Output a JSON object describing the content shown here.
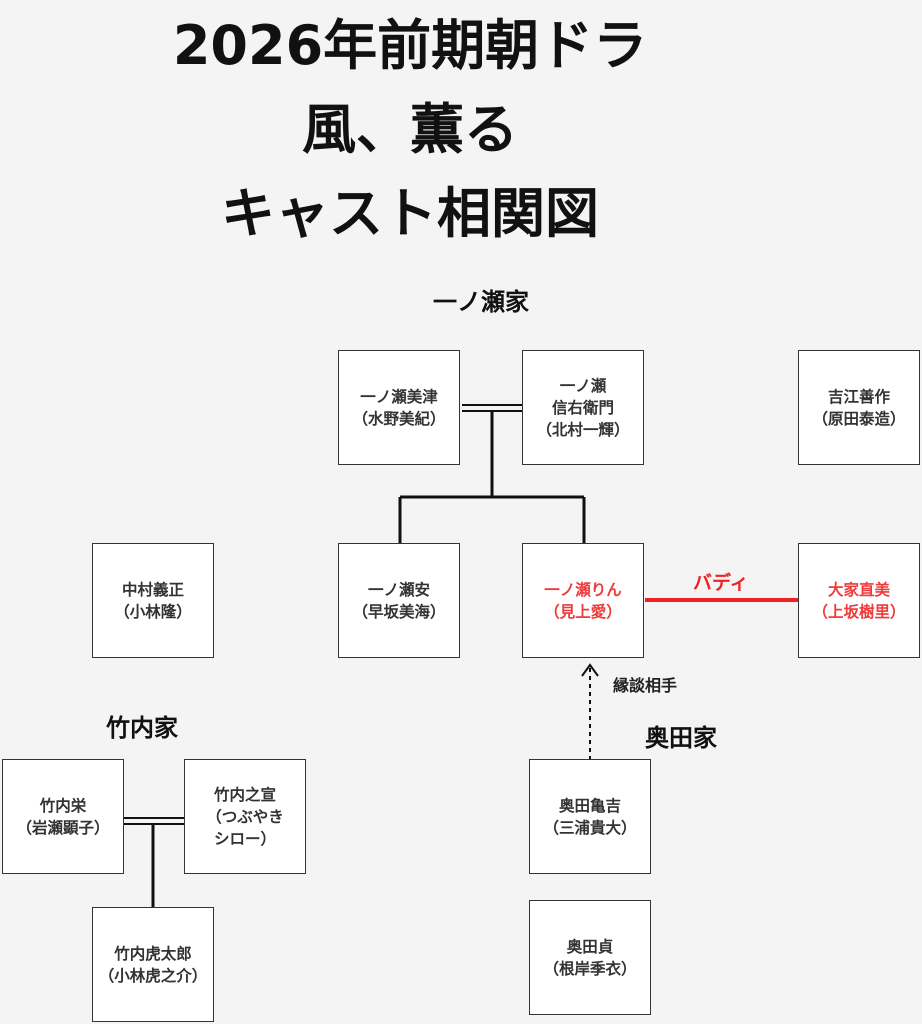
{
  "title": {
    "line1": "2026年前期朝ドラ",
    "line2": "風、薫る",
    "line3": "キャスト相関図"
  },
  "families": {
    "ichinose": "一ノ瀬家",
    "takeuchi": "竹内家",
    "okuda": "奥田家"
  },
  "people": {
    "mizu": {
      "line1": "一ノ瀬美津",
      "line2": "（水野美紀）"
    },
    "shinuemon": {
      "line1": "一ノ瀬",
      "line2": "信右衛門",
      "line3": "（北村一輝）"
    },
    "yoshie": {
      "line1": "吉江善作",
      "line2": "（原田泰造）"
    },
    "nakamura": {
      "line1": "中村義正",
      "line2": "（小林隆）"
    },
    "yasu": {
      "line1": "一ノ瀬安",
      "line2": "（早坂美海）"
    },
    "rin": {
      "line1": "一ノ瀬りん",
      "line2": "（見上愛）"
    },
    "naomi": {
      "line1": "大家直美",
      "line2": "（上坂樹里）"
    },
    "sakae": {
      "line1": "竹内栄",
      "line2": "（岩瀬顕子）"
    },
    "yukinobu": {
      "line1": "竹内之宣",
      "line2": "（つぶやき",
      "line3": "シロー）"
    },
    "toratarou": {
      "line1": "竹内虎太郎",
      "line2": "（小林虎之介）"
    },
    "kamekichi": {
      "line1": "奥田亀吉",
      "line2": "（三浦貴大）"
    },
    "sada": {
      "line1": "奥田貞",
      "line2": "（根岸季衣）"
    }
  },
  "relations": {
    "buddy": "バディ",
    "engagement": "縁談相手"
  },
  "colors": {
    "background": "#f4f4f4",
    "highlight": "#ee3b3b",
    "box_text": "#333333",
    "line": "#111111"
  }
}
